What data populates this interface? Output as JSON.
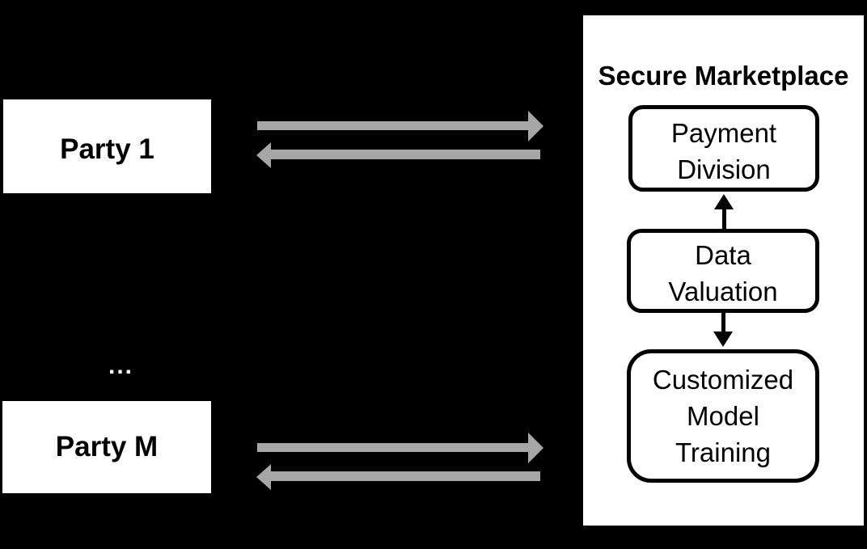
{
  "figure": {
    "type": "flow-diagram",
    "description_visible_only": "Parties exchange with a Secure Marketplace"
  },
  "parties": [
    {
      "label": "Party 1"
    },
    {
      "label": "Party M"
    }
  ],
  "ellipsis_label": "...",
  "marketplace": {
    "title": "Secure Marketplace",
    "modules": [
      {
        "label": "Payment\nDivision"
      },
      {
        "label": "Data\nValuation"
      },
      {
        "label": "Customized\nModel\nTraining"
      }
    ],
    "internal_flows": [
      {
        "from": "Data Valuation",
        "to": "Payment Division",
        "direction": "up"
      },
      {
        "from": "Data Valuation",
        "to": "Customized Model Training",
        "direction": "down"
      }
    ]
  },
  "external_flows": [
    {
      "from": "Party 1",
      "to": "Secure Marketplace"
    },
    {
      "from": "Secure Marketplace",
      "to": "Party 1"
    },
    {
      "from": "Party M",
      "to": "Secure Marketplace"
    },
    {
      "from": "Secure Marketplace",
      "to": "Party M"
    }
  ],
  "colors": {
    "background": "#000000",
    "box_fill": "#ffffff",
    "box_border": "#000000",
    "party_arrow_gray": "#a6a6a6",
    "internal_arrow": "#000000",
    "ellipsis": "#ffffff",
    "text": "#000000"
  }
}
